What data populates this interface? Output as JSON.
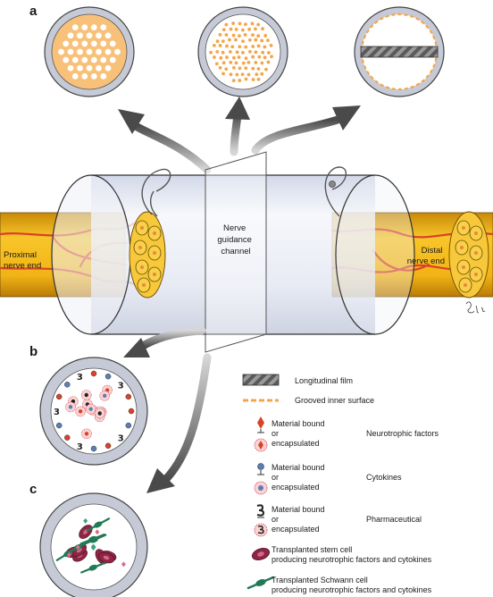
{
  "panels": {
    "a": "a",
    "b": "b",
    "c": "c"
  },
  "channel": {
    "center_label": [
      "Nerve",
      "guidance",
      "channel"
    ],
    "proximal_label": [
      "Proximal",
      "nerve end"
    ],
    "distal_label": [
      "Distal",
      "nerve end"
    ]
  },
  "legend": {
    "longitudinal_film": "Longitudinal film",
    "grooved_surface": "Grooved inner surface",
    "neurotrophic": {
      "material": [
        "Material bound",
        "or",
        "encapsulated"
      ],
      "label": "Neurotrophic factors"
    },
    "cytokines": {
      "material": [
        "Material bound",
        "or",
        "encapsulated"
      ],
      "label": "Cytokines"
    },
    "pharmaceutical": {
      "material": [
        "Material bound",
        "or",
        "encapsulated"
      ],
      "label": "Pharmaceutical"
    },
    "stem_cell": [
      "Transplanted stem cell",
      "producing neurotrophic factors and cytokines"
    ],
    "schwann_cell": [
      "Transplanted Schwann cell",
      "producing neurotrophic factors and cytokines"
    ]
  },
  "colors": {
    "tube": "#dfe4f1",
    "ring": "#c6cad6",
    "nerve": "#f2b51c",
    "vessel": "#d8432a",
    "dot": "#f5a547",
    "cell": "#8e2545",
    "schwann": "#1f7a55",
    "arrow": "#707070"
  }
}
